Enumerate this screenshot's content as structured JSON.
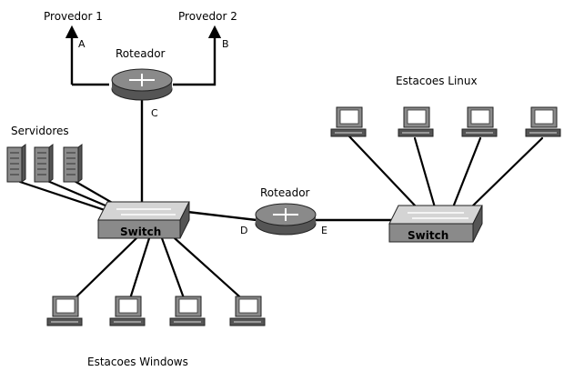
{
  "colors": {
    "line": "#000000",
    "device_dark": "#555555",
    "device_mid": "#8a8a8a",
    "device_light": "#d4d4d4",
    "screen": "#ffffff"
  },
  "providers": {
    "p1": "Provedor 1",
    "p2": "Provedor 2",
    "link_a": "A",
    "link_b": "B"
  },
  "routers": {
    "top_label": "Roteador",
    "top_port": "C",
    "mid_label": "Roteador",
    "mid_port_left": "D",
    "mid_port_right": "E"
  },
  "servers": {
    "label": "Servidores",
    "icon": "server-tower-icon"
  },
  "switches": {
    "left_label": "Switch",
    "right_label": "Switch"
  },
  "linux": {
    "label": "Estacoes Linux",
    "icon": "desktop-computer-icon"
  },
  "windows": {
    "label": "Estacoes Windows",
    "icon": "desktop-computer-icon"
  }
}
